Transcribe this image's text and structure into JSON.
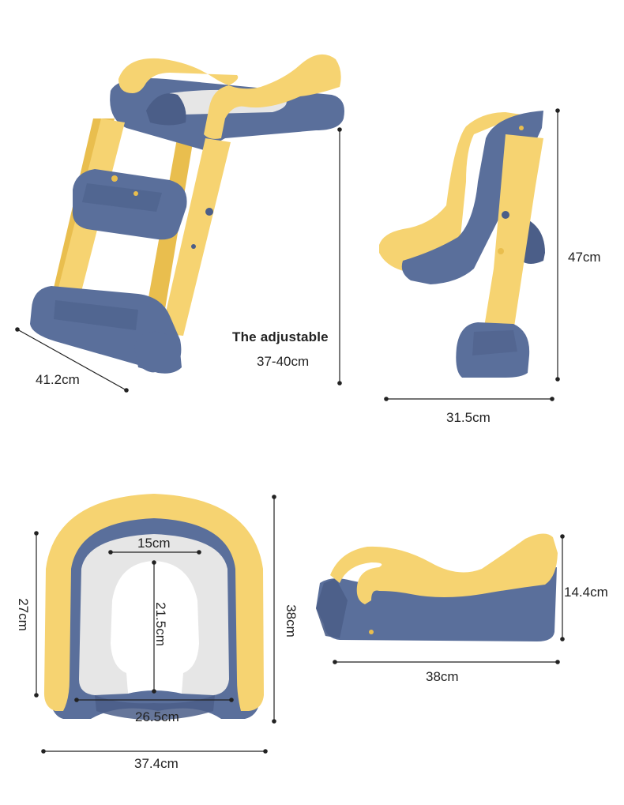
{
  "colors": {
    "yellow": "#F6D371",
    "yellow_dark": "#E9BE4E",
    "blue": "#5A6F9B",
    "blue_dark": "#4B5E88",
    "gray": "#E6E6E6",
    "gray_dark": "#CFCFCF",
    "line": "#222222"
  },
  "views": {
    "front": {
      "width_label": "41.2cm",
      "adjustable_title": "The adjustable",
      "adjustable_range": "37-40cm"
    },
    "side": {
      "height_label": "47cm",
      "depth_label": "31.5cm"
    },
    "top": {
      "opening_width_label": "15cm",
      "opening_length_label": "21.5cm",
      "inner_length_label": "27cm",
      "inner_width_label": "26.5cm",
      "outer_length_label": "38cm",
      "outer_width_label": "37.4cm"
    },
    "seat_side": {
      "height_label": "14.4cm",
      "length_label": "38cm"
    }
  }
}
